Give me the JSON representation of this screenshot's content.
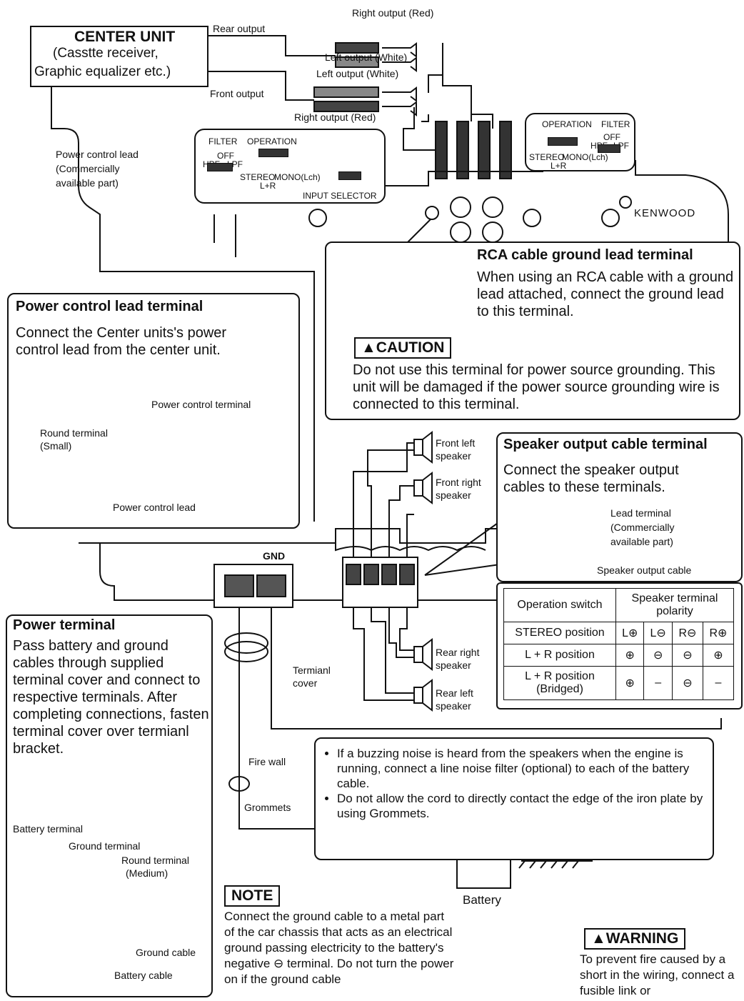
{
  "center_unit": {
    "title": "CENTER UNIT",
    "line1": "(Casstte receiver,",
    "line2": "Graphic equalizer etc.)"
  },
  "rca_labels": {
    "rear_output": "Rear output",
    "front_output": "Front output",
    "right_output_top": "Right output (Red)",
    "left_output_1": "Left output (White)",
    "left_output_2": "Left output (White)",
    "right_output_bottom": "Right output (Red)"
  },
  "power_control_lead_label": [
    "Power control lead",
    "(Commercially",
    "available part)"
  ],
  "panel": {
    "filter": "FILTER",
    "operation": "OPERATION",
    "hpf": "HPF",
    "off": "OFF",
    "lpf": "LPF",
    "stereo": "STEREO",
    "mono": "MONO(Lch)",
    "lr": "L+R",
    "input_selector": "INPUT SELECTOR",
    "brand": "KENWOOD",
    "gnd": "GND"
  },
  "rca_ground": {
    "title": "RCA cable ground lead terminal",
    "body": "When using an RCA cable with a ground lead attached, connect the ground lead to this terminal.",
    "caution_tag": "▲CAUTION",
    "caution_body": "Do not use this terminal for power source grounding. This unit will be damaged if the power source grounding wire is connected to this terminal."
  },
  "power_control": {
    "title": "Power control lead terminal",
    "body": "Connect the Center units's power control lead from the center unit.",
    "power_control_terminal": "Power control terminal",
    "round_terminal": "Round terminal",
    "round_terminal_size": "(Small)",
    "power_control_lead": "Power control lead"
  },
  "speaker_output": {
    "title": "Speaker output cable terminal",
    "body": "Connect the speaker output cables to these terminals.",
    "lead_terminal": [
      "Lead terminal",
      "(Commercially",
      "available part)"
    ],
    "speaker_output_cable": "Speaker output cable"
  },
  "speakers": {
    "front_left": [
      "Front left",
      "speaker"
    ],
    "front_right": [
      "Front right",
      "speaker"
    ],
    "rear_right": [
      "Rear right",
      "speaker"
    ],
    "rear_left": [
      "Rear left",
      "speaker"
    ]
  },
  "polarity_table": {
    "col1": "Operation switch",
    "col2": "Speaker terminal polarity",
    "rows": [
      {
        "label": "STEREO position",
        "cells": [
          "L⊕",
          "L⊖",
          "R⊖",
          "R⊕"
        ]
      },
      {
        "label": "L + R position",
        "cells": [
          "⊕",
          "⊖",
          "⊖",
          "⊕"
        ]
      },
      {
        "label": "L + R position (Bridged)",
        "cells": [
          "⊕",
          "–",
          "⊖",
          "–"
        ]
      }
    ]
  },
  "power_terminal": {
    "title": "Power terminal",
    "body": "Pass battery and ground cables through supplied terminal cover and connect to respective terminals. After completing connections, fasten terminal cover over termianl bracket.",
    "battery_terminal": "Battery terminal",
    "ground_terminal": "Ground terminal",
    "round_terminal": "Round terminal",
    "round_terminal_size": "(Medium)",
    "ground_cable": "Ground cable",
    "battery_cable": "Battery cable"
  },
  "terminal_cover": [
    "Termianl",
    "cover"
  ],
  "fire_wall": "Fire wall",
  "grommets": "Grommets",
  "notes_box": [
    "If a buzzing noise is heard from the speakers when the engine is running, connect a line noise filter (optional) to each of the battery cable.",
    "Do not allow the cord to directly contact the edge of the iron plate by using Grommets."
  ],
  "note": {
    "tag": "NOTE",
    "body": "Connect the ground cable to a metal part of the car chassis that acts as an electrical ground passing electricity to the battery's negative ⊖ terminal. Do not turn the power on if the ground cable"
  },
  "battery": "Battery",
  "warning": {
    "tag": "▲WARNING",
    "body": "To prevent fire caused by a short in the wiring, connect a fusible link or"
  }
}
